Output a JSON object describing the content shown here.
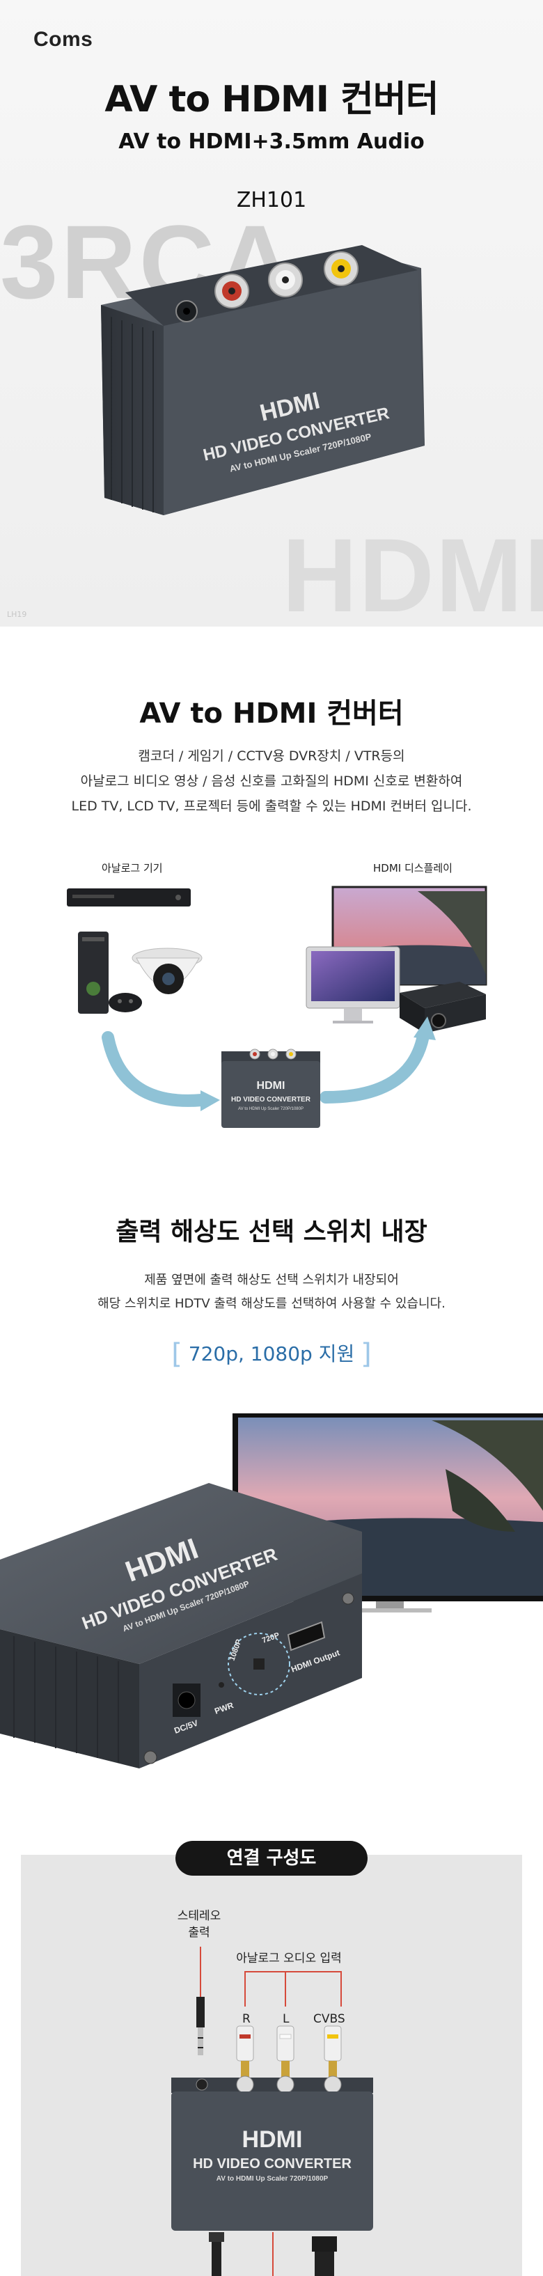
{
  "hero": {
    "logo": "Coms",
    "title": "AV to HDMI 컨버터",
    "subtitle": "AV to HDMI+3.5mm Audio",
    "model": "ZH101",
    "watermark_left": "3RCA",
    "watermark_right": "HDMI",
    "watermark_small": "LH19"
  },
  "device_labels": {
    "brand": "HDMI",
    "line1": "HD VIDEO CONVERTER",
    "line2": "AV to HDMI Up Scaler 720P/1080P",
    "switch_720": "720P",
    "switch_1080": "1080P",
    "port_dc": "DC/5V",
    "port_pwr": "PWR",
    "port_hdmi": "HDMI Output"
  },
  "intro": {
    "title": "AV to HDMI 컨버터",
    "desc_lines": [
      "캠코더 / 게임기 / CCTV용 DVR장치 / VTR등의",
      "아날로그 비디오 영상 / 음성 신호를 고화질의 HDMI 신호로 변환하여",
      "LED TV, LCD TV, 프로젝터 등에 출력할 수 있는 HDMI 컨버터 입니다."
    ],
    "analog_label": "아날로그 기기",
    "hdmi_label": "HDMI 디스플레이"
  },
  "switch_section": {
    "title": "출력 해상도 선택 스위치 내장",
    "desc_lines": [
      "제품 옆면에 출력 해상도 선택 스위치가 내장되어",
      "해당 스위치로 HDTV 출력 해상도를 선택하여 사용할 수 있습니다."
    ],
    "badge": "720p, 1080p 지원",
    "bracket_left": "[",
    "bracket_right": "]"
  },
  "connection": {
    "title": "연결 구성도",
    "stereo_label": "스테레오\n출력",
    "analog_audio_label": "아날로그 오디오 입력",
    "plug_r": "R",
    "plug_l": "L",
    "plug_cvbs": "CVBS"
  },
  "colors": {
    "device_body": "#4a5058",
    "device_dark": "#30353b",
    "arrow_blue": "#8fc2d6",
    "accent_blue": "#2a6da7",
    "rca_red": "#c0392b",
    "rca_white": "#f2f2f2",
    "rca_yellow": "#f1c40f"
  }
}
